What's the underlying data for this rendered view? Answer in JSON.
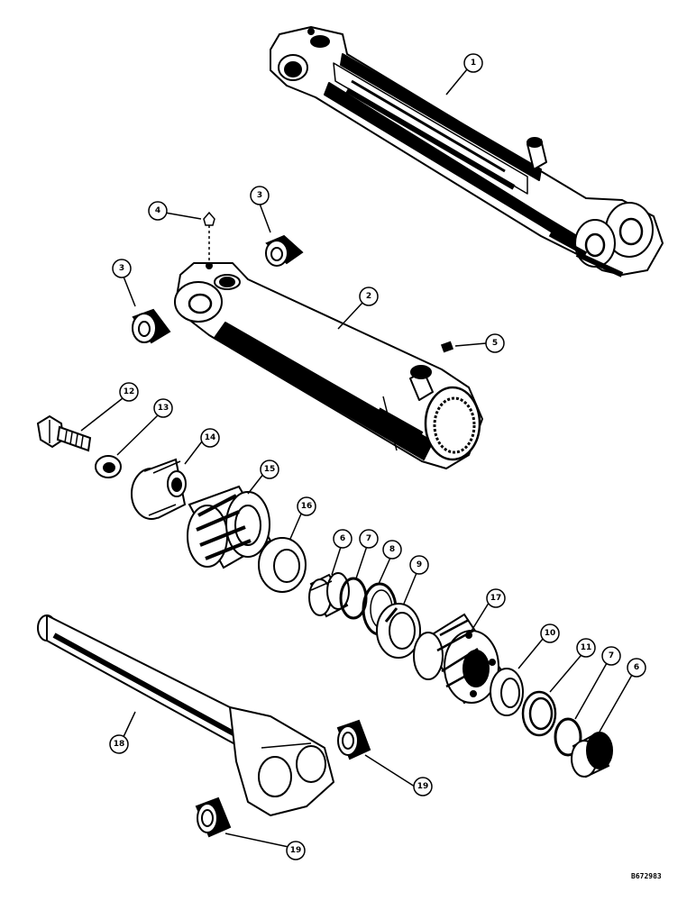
{
  "diagram": {
    "drawing_code": "B672983",
    "callouts": [
      {
        "id": "c1",
        "number": "1"
      },
      {
        "id": "c2",
        "number": "2"
      },
      {
        "id": "c3a",
        "number": "3"
      },
      {
        "id": "c3b",
        "number": "3"
      },
      {
        "id": "c4",
        "number": "4"
      },
      {
        "id": "c5",
        "number": "5"
      },
      {
        "id": "c6a",
        "number": "6"
      },
      {
        "id": "c6b",
        "number": "6"
      },
      {
        "id": "c7a",
        "number": "7"
      },
      {
        "id": "c7b",
        "number": "7"
      },
      {
        "id": "c8",
        "number": "8"
      },
      {
        "id": "c9",
        "number": "9"
      },
      {
        "id": "c10",
        "number": "10"
      },
      {
        "id": "c11",
        "number": "11"
      },
      {
        "id": "c12",
        "number": "12"
      },
      {
        "id": "c13",
        "number": "13"
      },
      {
        "id": "c14",
        "number": "14"
      },
      {
        "id": "c15",
        "number": "15"
      },
      {
        "id": "c16",
        "number": "16"
      },
      {
        "id": "c17",
        "number": "17"
      },
      {
        "id": "c18",
        "number": "18"
      },
      {
        "id": "c19a",
        "number": "19"
      },
      {
        "id": "c19b",
        "number": "19"
      }
    ]
  }
}
